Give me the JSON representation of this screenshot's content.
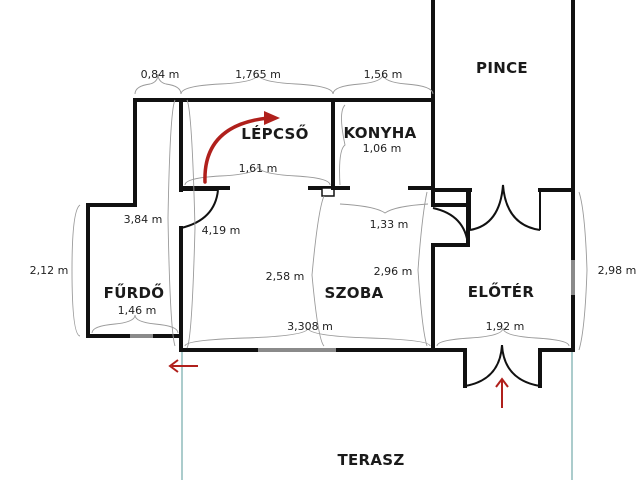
{
  "plan": {
    "rooms": {
      "pince": "PINCE",
      "lepcso": "LÉPCSŐ",
      "konyha": "KONYHA",
      "furdo": "FŰRDŐ",
      "szoba": "SZOBA",
      "eloter": "ELŐTÉR",
      "terasz": "TERASZ"
    },
    "dimensions": {
      "top_left": "0,84 m",
      "top_middle": "1,765 m",
      "top_right": "1,56 m",
      "lepcso_width": "1,61 m",
      "konyha_depth": "1,06 m",
      "hall_length_a": "3,84 m",
      "hall_length_b": "4,19 m",
      "furdo_height": "2,12 m",
      "furdo_width": "1,46 m",
      "szoba_left_height": "2,58 m",
      "szoba_upper_width": "1,33 m",
      "szoba_right_height": "2,96 m",
      "szoba_width": "3,308 m",
      "eloter_width": "1,92 m",
      "eloter_height": "2,98 m"
    },
    "colors": {
      "wall": "#111111",
      "arrow": "#b0201c",
      "terrace_line": "#8fbcbc",
      "window": "#8a8a8a"
    }
  }
}
